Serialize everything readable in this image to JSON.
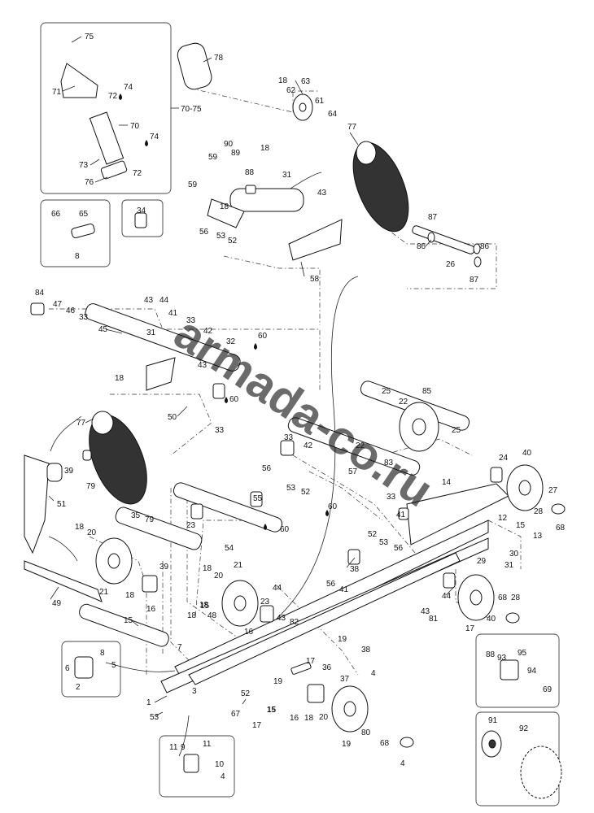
{
  "watermark": "armada-co.ru",
  "callouts": [
    "75",
    "78",
    "71",
    "72",
    "74",
    "70",
    "74",
    "73",
    "72",
    "70-75",
    "76",
    "66",
    "65",
    "8",
    "34",
    "18",
    "63",
    "62",
    "61",
    "64",
    "77",
    "90",
    "59",
    "89",
    "18",
    "88",
    "31",
    "59",
    "43",
    "18",
    "56",
    "53",
    "52",
    "58",
    "87",
    "86",
    "26",
    "86",
    "87",
    "84",
    "47",
    "46",
    "33",
    "45",
    "43",
    "44",
    "41",
    "33",
    "42",
    "31",
    "32",
    "60",
    "43",
    "18",
    "60",
    "50",
    "33",
    "77",
    "25",
    "85",
    "22",
    "25",
    "33",
    "42",
    "22",
    "83",
    "56",
    "53",
    "52",
    "57",
    "14",
    "24",
    "40",
    "27",
    "28",
    "68",
    "39",
    "79",
    "51",
    "35",
    "79",
    "39",
    "23",
    "55",
    "54",
    "60",
    "60",
    "33",
    "41",
    "52",
    "53",
    "56",
    "12",
    "15",
    "13",
    "30",
    "29",
    "31",
    "18",
    "20",
    "21",
    "49",
    "18",
    "16",
    "18",
    "20",
    "21",
    "18",
    "16",
    "23",
    "38",
    "56",
    "41",
    "44",
    "43",
    "82",
    "44",
    "43",
    "81",
    "68",
    "28",
    "40",
    "17",
    "18",
    "15",
    "48",
    "15",
    "19",
    "38",
    "36",
    "37",
    "17",
    "4",
    "7",
    "8",
    "6",
    "5",
    "2",
    "1",
    "3",
    "53",
    "52",
    "67",
    "17",
    "15",
    "19",
    "16",
    "18",
    "20",
    "80",
    "19",
    "68",
    "4",
    "11",
    "9",
    "11",
    "10",
    "4",
    "88",
    "93",
    "95",
    "94",
    "69",
    "91",
    "92"
  ],
  "icons": [
    "oil-drop-icon"
  ]
}
